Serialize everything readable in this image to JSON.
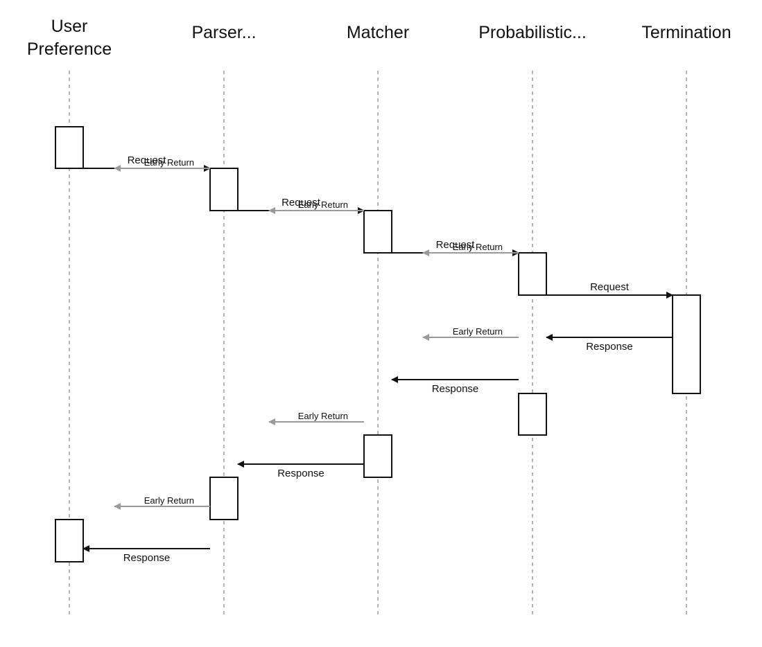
{
  "participants": [
    {
      "id": "user-preference",
      "label_lines": [
        "User",
        "Preference"
      ]
    },
    {
      "id": "parser",
      "label_lines": [
        "Parser..."
      ]
    },
    {
      "id": "matcher",
      "label_lines": [
        "Matcher"
      ]
    },
    {
      "id": "probabilistic",
      "label_lines": [
        "Probabilistic..."
      ]
    },
    {
      "id": "termination",
      "label_lines": [
        "Termination"
      ]
    }
  ],
  "messages": [
    {
      "from": 0,
      "to": 1,
      "kind": "request",
      "label": "Request"
    },
    {
      "from": 1,
      "to": 0,
      "kind": "early-return",
      "label": "Early Return"
    },
    {
      "from": 1,
      "to": 2,
      "kind": "request",
      "label": "Request"
    },
    {
      "from": 2,
      "to": 1,
      "kind": "early-return",
      "label": "Early Return"
    },
    {
      "from": 2,
      "to": 3,
      "kind": "request",
      "label": "Request"
    },
    {
      "from": 3,
      "to": 2,
      "kind": "early-return",
      "label": "Early Return"
    },
    {
      "from": 3,
      "to": 4,
      "kind": "request",
      "label": "Request"
    },
    {
      "from": 4,
      "to": 3,
      "kind": "response",
      "label": "Response"
    },
    {
      "from": 3,
      "to": 2,
      "kind": "early-return",
      "label": "Early Return"
    },
    {
      "from": 3,
      "to": 2,
      "kind": "response",
      "label": "Response"
    },
    {
      "from": 2,
      "to": 1,
      "kind": "early-return",
      "label": "Early Return"
    },
    {
      "from": 2,
      "to": 1,
      "kind": "response",
      "label": "Response"
    },
    {
      "from": 1,
      "to": 0,
      "kind": "early-return",
      "label": "Early Return"
    },
    {
      "from": 1,
      "to": 0,
      "kind": "response",
      "label": "Response"
    }
  ],
  "colors": {
    "line": "#111111",
    "early_return": "#9a9a9a",
    "lifeline": "#b5b5b5"
  }
}
